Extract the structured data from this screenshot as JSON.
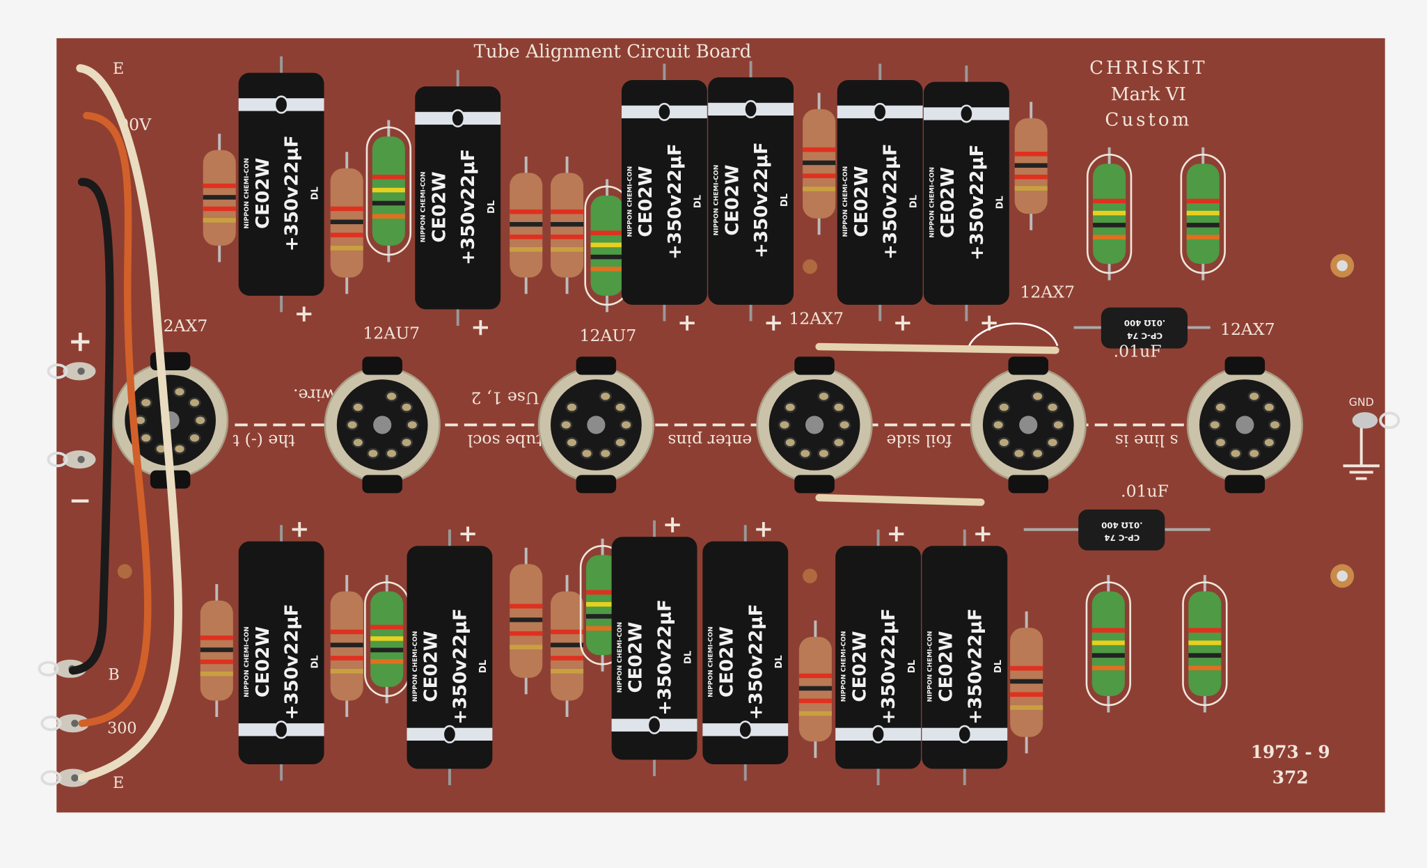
{
  "board": {
    "title": "Tube Alignment Circuit Board",
    "brand": "CHRISKIT",
    "model": "Mark VI",
    "edition": "Custom",
    "date": "1973 - 9",
    "serial": "372",
    "gnd_label": "GND"
  },
  "terminals": {
    "e_top": "E",
    "v_top": "00V",
    "plus": "+",
    "minus": "−",
    "b": "B",
    "v_bottom": "300",
    "e_bottom": "E"
  },
  "tubes": [
    "12AX7",
    "12AU7",
    "12AU7",
    "12AX7",
    "12AX7",
    "12AX7"
  ],
  "coupling_caps": [
    ".01uF",
    ".01uF"
  ],
  "film_cap_marking": {
    "line1": ".01Ω 400",
    "line2": "CP-C 74"
  },
  "electrolytic": {
    "rating": "+350v22μF",
    "model": "CE02W",
    "series": "DL",
    "maker": "NIPPON CHEMI-CON"
  },
  "inverted_text": [
    "wire.",
    "Use 1, 2",
    "the (-) t",
    "tube socl",
    "enter pins",
    "foil side",
    "s line is"
  ],
  "colors": {
    "board": "#8e3f33",
    "silkscreen": "#f1e6dc",
    "capacitor": "#151515"
  }
}
